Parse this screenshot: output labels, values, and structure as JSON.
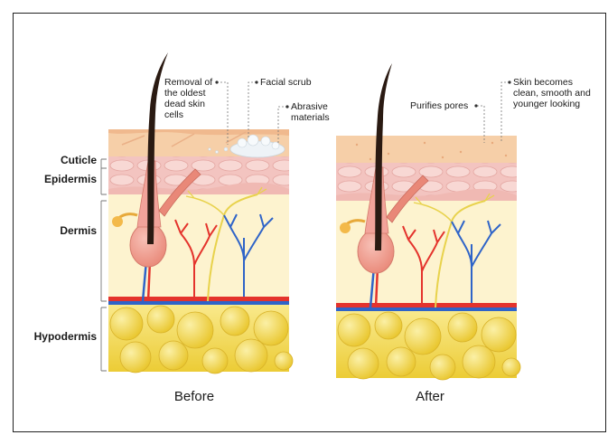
{
  "layers": {
    "cuticle": "Cuticle",
    "epidermis": "Epidermis",
    "dermis": "Dermis",
    "hypodermis": "Hypodermis"
  },
  "before": {
    "caption": "Before",
    "annotations": {
      "removal_line1": "Removal of",
      "removal_line2": "the oldest",
      "removal_line3": "dead skin",
      "removal_line4": "cells",
      "scrub": "Facial scrub",
      "abrasive_line1": "Abrasive",
      "abrasive_line2": "materials"
    }
  },
  "after": {
    "caption": "After",
    "annotations": {
      "pores": "Purifies pores",
      "result_line1": "Skin becomes",
      "result_line2": "clean, smooth and",
      "result_line3": "younger looking"
    }
  },
  "colors": {
    "cuticle": "#f6cfa8",
    "epidermis": "#f3c4c0",
    "dermis": "#fdf3cf",
    "fat": "#f2d64a",
    "fat_light": "#f8e681",
    "artery": "#e4332c",
    "vein": "#2f64c8",
    "nerve": "#e8d24c",
    "hair": "#2a1a12",
    "follicle": "#f2a39a"
  }
}
